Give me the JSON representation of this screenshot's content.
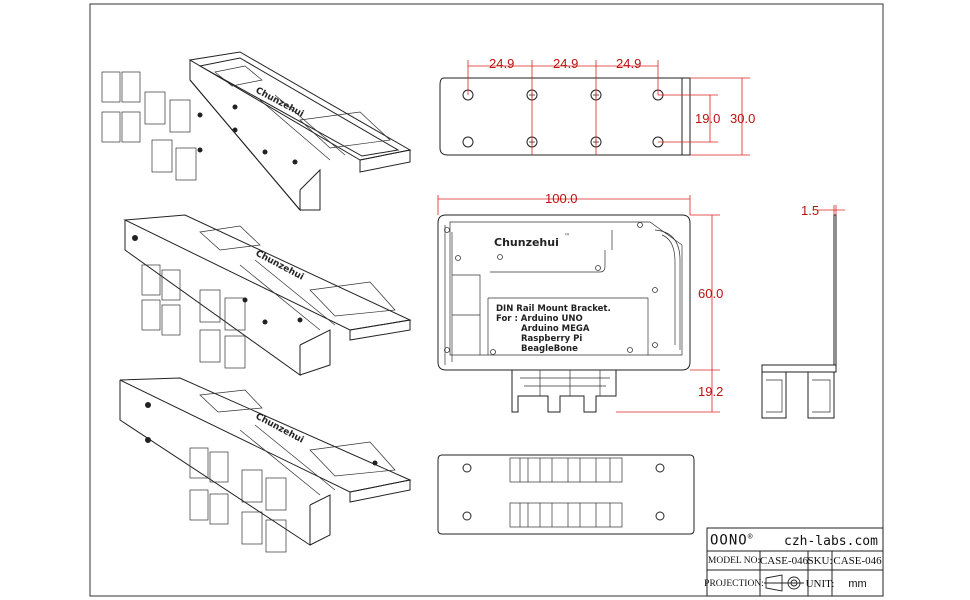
{
  "drawing": {
    "brand_label": "Chunzehui",
    "trademark": "™",
    "plate_text": [
      "DIN Rail Mount Bracket.",
      "For : Arduino UNO",
      "Arduino MEGA",
      "Raspberry Pi",
      "BeagleBone"
    ],
    "dimensions": {
      "hole_spacing_1": "24.9",
      "hole_spacing_2": "24.9",
      "hole_spacing_3": "24.9",
      "hole_row_spacing": "19.0",
      "bracket_height": "30.0",
      "plate_length": "100.0",
      "plate_height": "60.0",
      "rail_clip_height": "19.2",
      "thickness": "1.5"
    }
  },
  "title_block": {
    "brand": "OONO",
    "registered": "®",
    "website": "czh-labs.com",
    "model_label": "MODEL NO:",
    "model_value": "CASE-046",
    "sku_label": "SKU:",
    "sku_value": "CASE-046",
    "projection_label": "PROJECTION:",
    "unit_label": "UNIT:",
    "unit_value": "mm"
  }
}
